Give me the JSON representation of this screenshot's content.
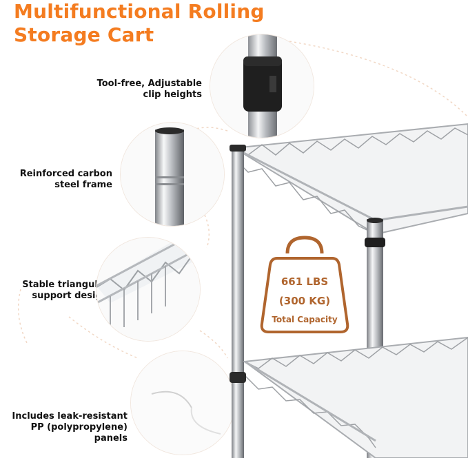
{
  "title": {
    "line1": "Multifunctional Rolling",
    "line2": "Storage Cart"
  },
  "features": [
    {
      "line1": "Tool-free, Adjustable",
      "line2": "clip heights"
    },
    {
      "line1": "Reinforced carbon",
      "line2": "steel frame"
    },
    {
      "line1": "Stable triangular",
      "line2": "support design"
    },
    {
      "line1": "Includes leak-resistant",
      "line2": "PP (polypropylene) panels"
    }
  ],
  "capacity": {
    "lbs": "661 LBS",
    "kg": "(300 KG)",
    "caption": "Total Capacity"
  },
  "colors": {
    "accent": "#f47c20",
    "weight": "#b0652e",
    "chrome": "#c9ccd0"
  }
}
